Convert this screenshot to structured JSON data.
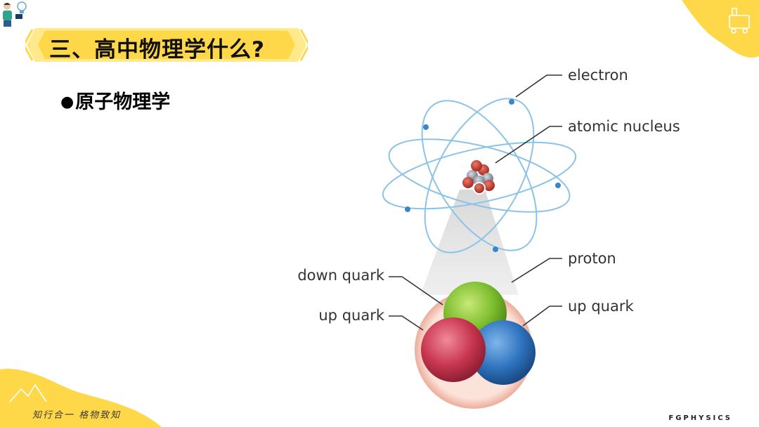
{
  "slide": {
    "title": "三、高中物理学什么?",
    "subtitle_bullet": "●",
    "subtitle": "原子物理学",
    "motto": "知行合一  格物致知",
    "brand": "FGPHYSICS"
  },
  "diagram": {
    "labels": {
      "electron": "electron",
      "atomic_nucleus": "atomic nucleus",
      "proton": "proton",
      "down_quark": "down quark",
      "up_quark_left": "up quark",
      "up_quark_right": "up quark"
    }
  },
  "colors": {
    "accent_yellow": "#FFD84A",
    "orbit_blue": "#8CC3E6",
    "quark_green": "#7DBE2E",
    "quark_red": "#C9364F",
    "quark_blue": "#2F73BF",
    "proton_shell": "#F2A99A"
  },
  "icons": [
    "teacher-icon",
    "lightbulb-icon",
    "airplane-icon",
    "train-icon",
    "mountain-icon"
  ]
}
